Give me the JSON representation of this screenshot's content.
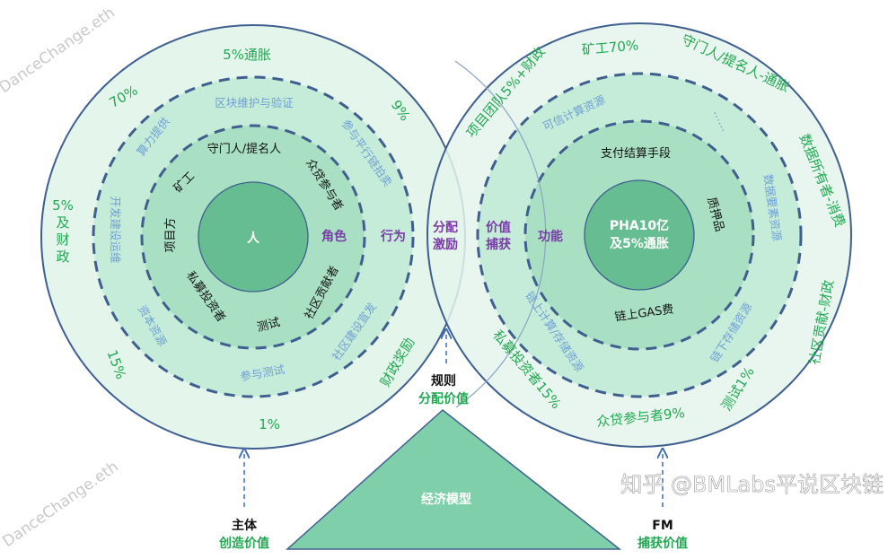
{
  "colors": {
    "outer": "#e4f5ec",
    "ring1": "#c5ecd8",
    "ring2": "#a9e0c4",
    "core": "#67bd92",
    "stroke": "#3f5f8f",
    "accent_green": "#22a852",
    "accent_purple": "#7a3aa8",
    "resource_blue": "#6f9fd6"
  },
  "left": {
    "core": "人",
    "layer_roles_label": "角色",
    "layer_behavior_label": "行为",
    "roles": [
      "守门人/提名人",
      "众贷参与者",
      "社区贡献者",
      "测试",
      "私募投资者",
      "项目方",
      "矿工"
    ],
    "behaviors": [
      "区块维护与验证",
      "参与平行链拍卖",
      "社区建设宣发",
      "参与测试",
      "资本资源",
      "开发建设运维",
      "算力提供"
    ],
    "shares": [
      "5%通胀",
      "9%",
      "财政奖励",
      "1%",
      "15%",
      "5%\n及\n财\n政",
      "70%"
    ]
  },
  "middle": {
    "label_line1": "分配",
    "label_line2": "激励"
  },
  "right": {
    "core_line1": "PHA10亿",
    "core_line2": "及5%通胀",
    "layer_function_label": "功能",
    "layer_value_label_1": "价值",
    "layer_value_label_2": "捕获",
    "functions": [
      "支付结算手段",
      "质押品",
      "链上GAS费"
    ],
    "resources": [
      "可信计算资源",
      "……",
      "数据要素资源",
      "链下存储资源",
      "链上计算/存储资源"
    ],
    "allocations": [
      "项目团队5%+财政",
      "矿工70%",
      "守门人/提名人-通胀",
      "数据所有者-消费",
      "社区贡献-财政",
      "测试1%",
      "众贷参与者9%",
      "私募投资者15%"
    ]
  },
  "triangle": {
    "label": "经济模型"
  },
  "rule": {
    "title": "规则",
    "subtitle": "分配价值"
  },
  "subject": {
    "title": "主体",
    "subtitle": "创造价值"
  },
  "token": {
    "title": "FM",
    "subtitle": "捕获价值"
  },
  "watermark": "DanceChange.eth",
  "source_watermark": "知乎 @BMLabs平说区块链"
}
